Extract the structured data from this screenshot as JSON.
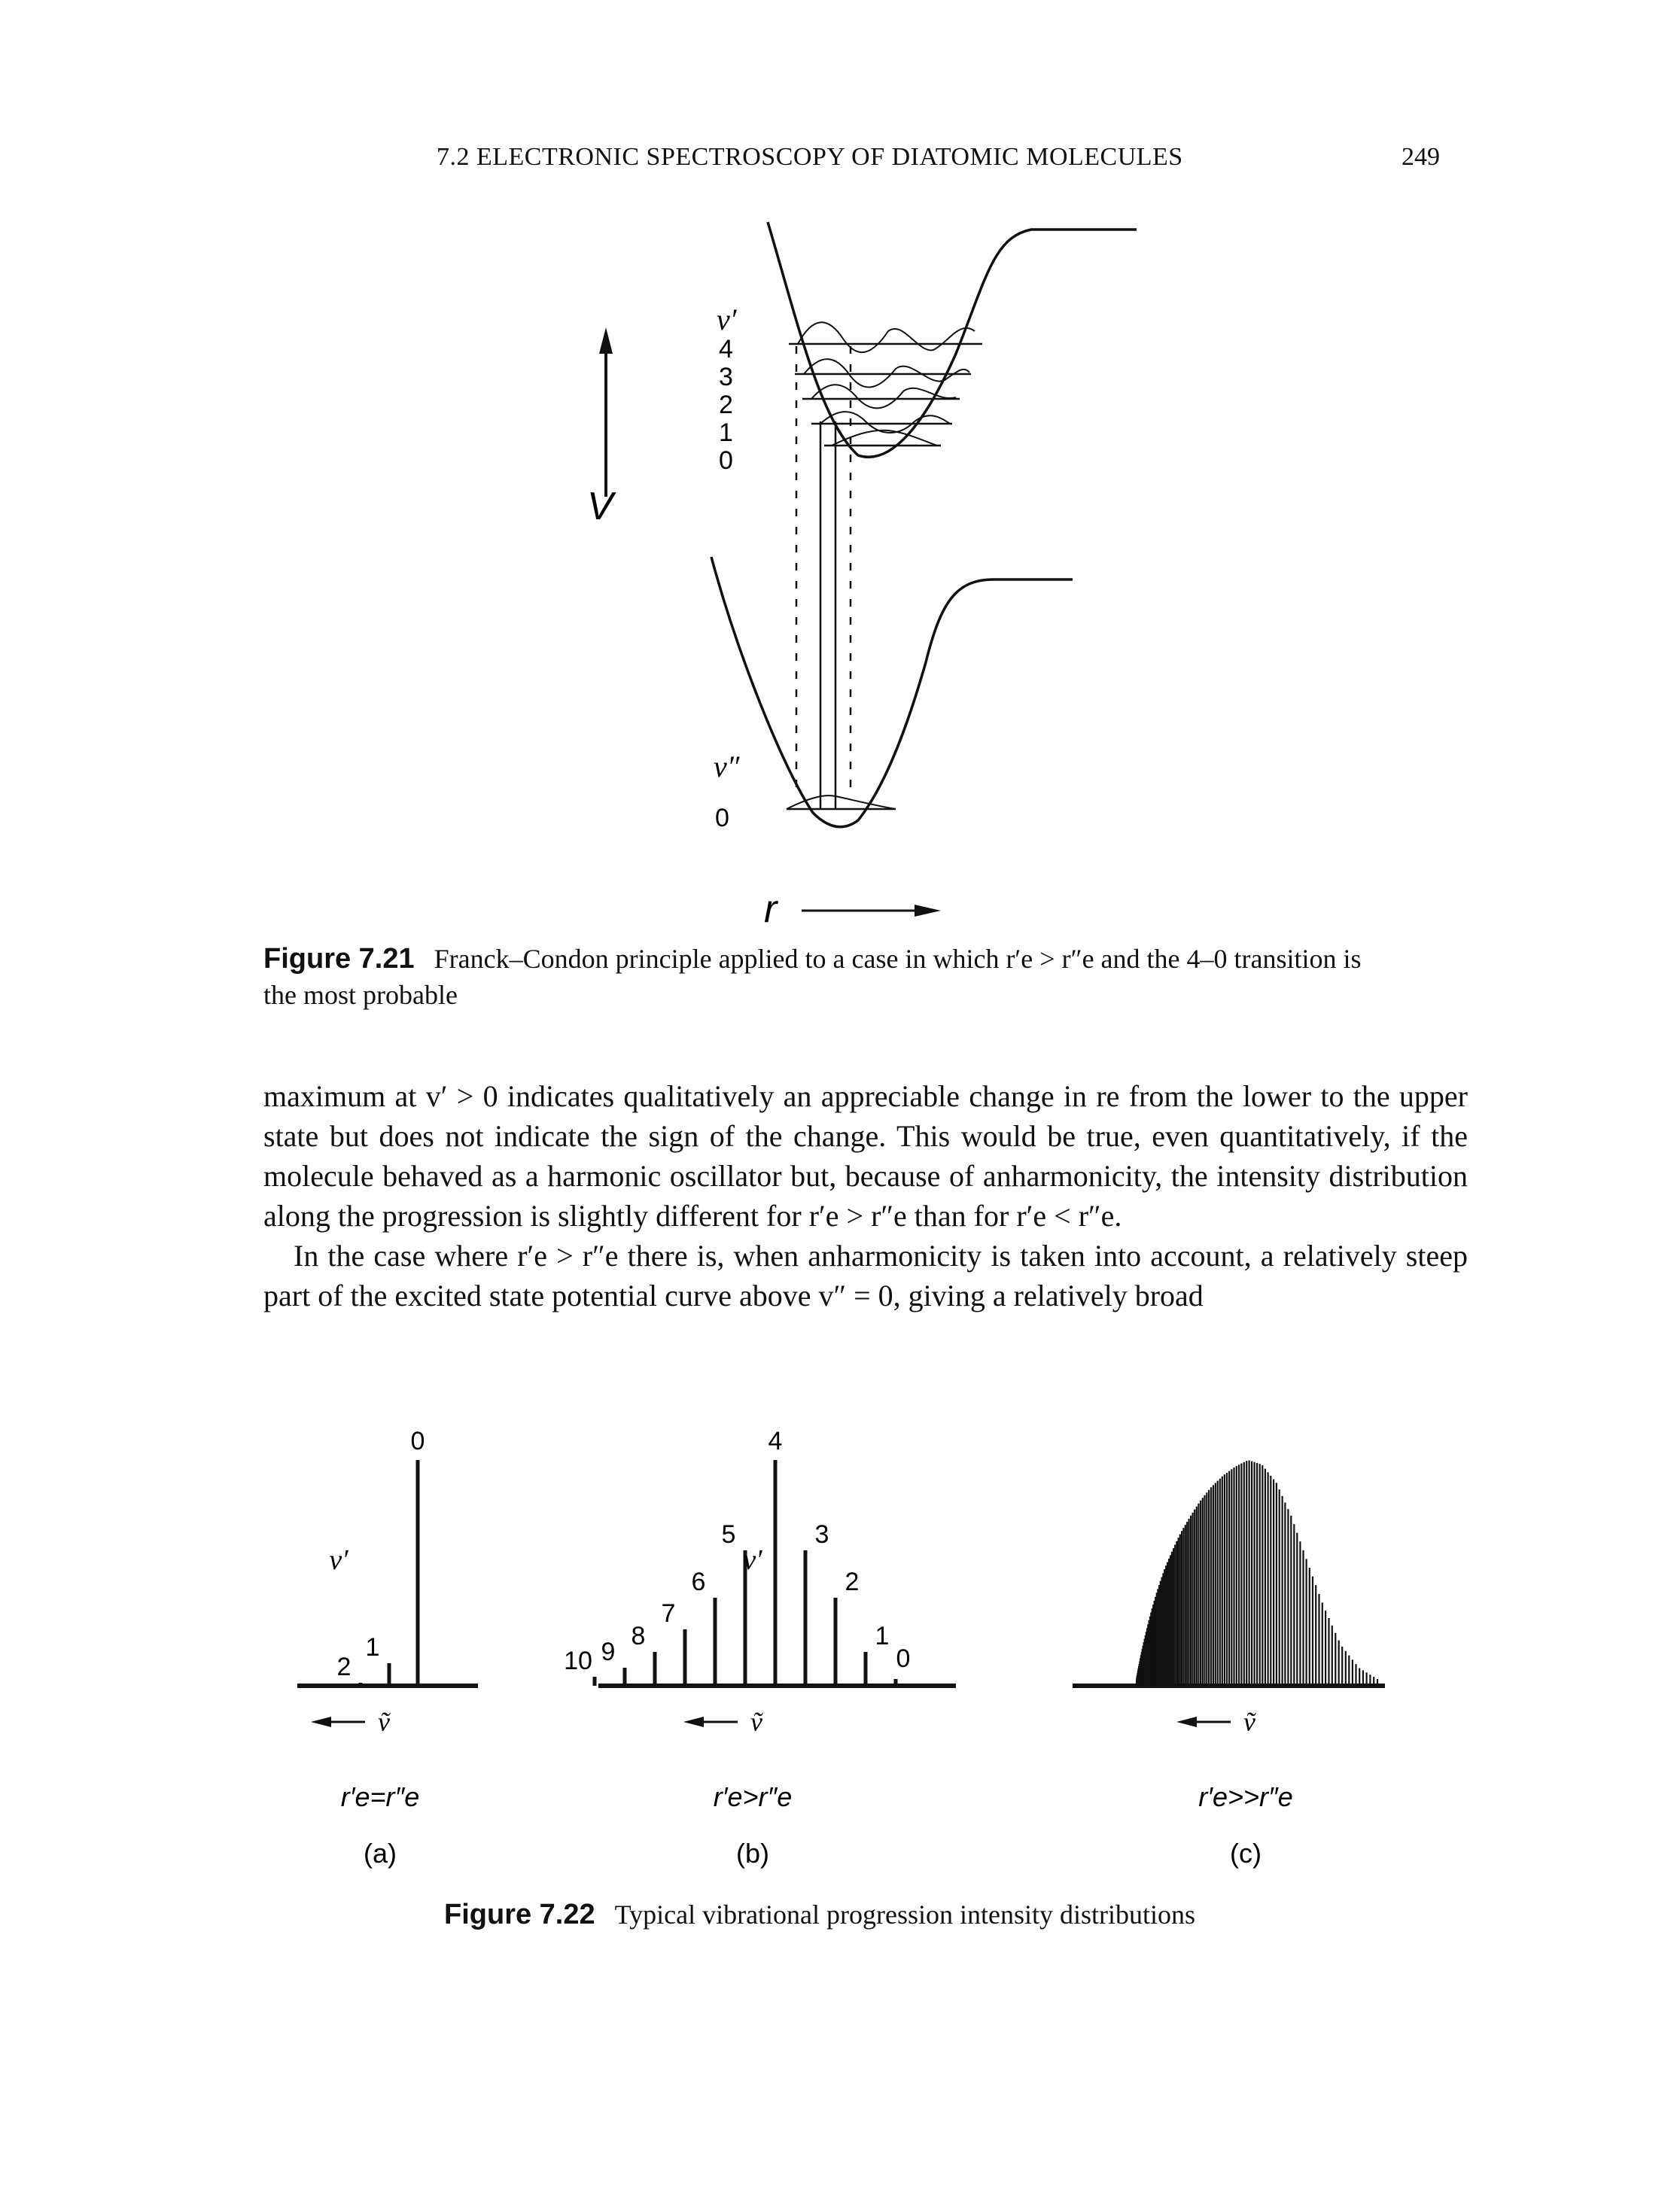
{
  "header": {
    "running_title": "7.2   ELECTRONIC SPECTROSCOPY OF DIATOMIC MOLECULES",
    "page_number": "249"
  },
  "figure_721": {
    "v_prime_label": "v′",
    "upper_levels": [
      "4",
      "3",
      "2",
      "1",
      "0"
    ],
    "v_double_prime_label": "v″",
    "lower_levels": [
      "0"
    ],
    "axis_V": "V",
    "axis_r": "r",
    "caption_label": "Figure 7.21",
    "caption_line1": "Franck–Condon principle applied to a case in which r′e > r″e and the 4–0 transition is",
    "caption_line2": "the most probable"
  },
  "body_text": {
    "paragraph1": "maximum at v′ > 0 indicates qualitatively an appreciable change in re from the lower to the upper state but does not indicate the sign of the change. This would be true, even quantitatively, if the molecule behaved as a harmonic oscillator but, because of anharmonicity, the intensity distribution along the progression is slightly different for r′e > r″e than for r′e < r″e.",
    "paragraph2": "In the case where r′e > r″e there is, when anharmonicity is taken into account, a relatively steep part of the excited state potential curve above v″ = 0, giving a relatively broad"
  },
  "figure_722": {
    "caption_label": "Figure 7.22",
    "caption_text": "Typical vibrational progression intensity distributions",
    "wavenumber_symbol": "ṽ",
    "panels": [
      {
        "id": "a",
        "label": "(a)",
        "condition": "r′e=r″e",
        "v_prime_label": "v′",
        "lines": [
          {
            "v": "0",
            "intensity": 1.0
          },
          {
            "v": "1",
            "intensity": 0.1
          },
          {
            "v": "2",
            "intensity": 0.01
          }
        ]
      },
      {
        "id": "b",
        "label": "(b)",
        "condition": "r′e>r″e",
        "v_prime_label": "v′",
        "lines": [
          {
            "v": "0",
            "intensity": 0.03
          },
          {
            "v": "1",
            "intensity": 0.15
          },
          {
            "v": "2",
            "intensity": 0.39
          },
          {
            "v": "3",
            "intensity": 0.6
          },
          {
            "v": "4",
            "intensity": 1.0
          },
          {
            "v": "5",
            "intensity": 0.6
          },
          {
            "v": "6",
            "intensity": 0.39
          },
          {
            "v": "7",
            "intensity": 0.25
          },
          {
            "v": "8",
            "intensity": 0.15
          },
          {
            "v": "9",
            "intensity": 0.08
          },
          {
            "v": "10",
            "intensity": 0.04
          }
        ]
      },
      {
        "id": "c",
        "label": "(c)",
        "condition": "r′e>>r″e",
        "lines_description": "dense progression converging to continuum",
        "intensity_profile": [
          0.02,
          0.05,
          0.1,
          0.17,
          0.25,
          0.34,
          0.43,
          0.52,
          0.6,
          0.68,
          0.75,
          0.82,
          0.88,
          0.93,
          0.97,
          1.0,
          0.98,
          0.9,
          0.75,
          0.55,
          0.35,
          0.18,
          0.08,
          0.03
        ]
      }
    ]
  }
}
